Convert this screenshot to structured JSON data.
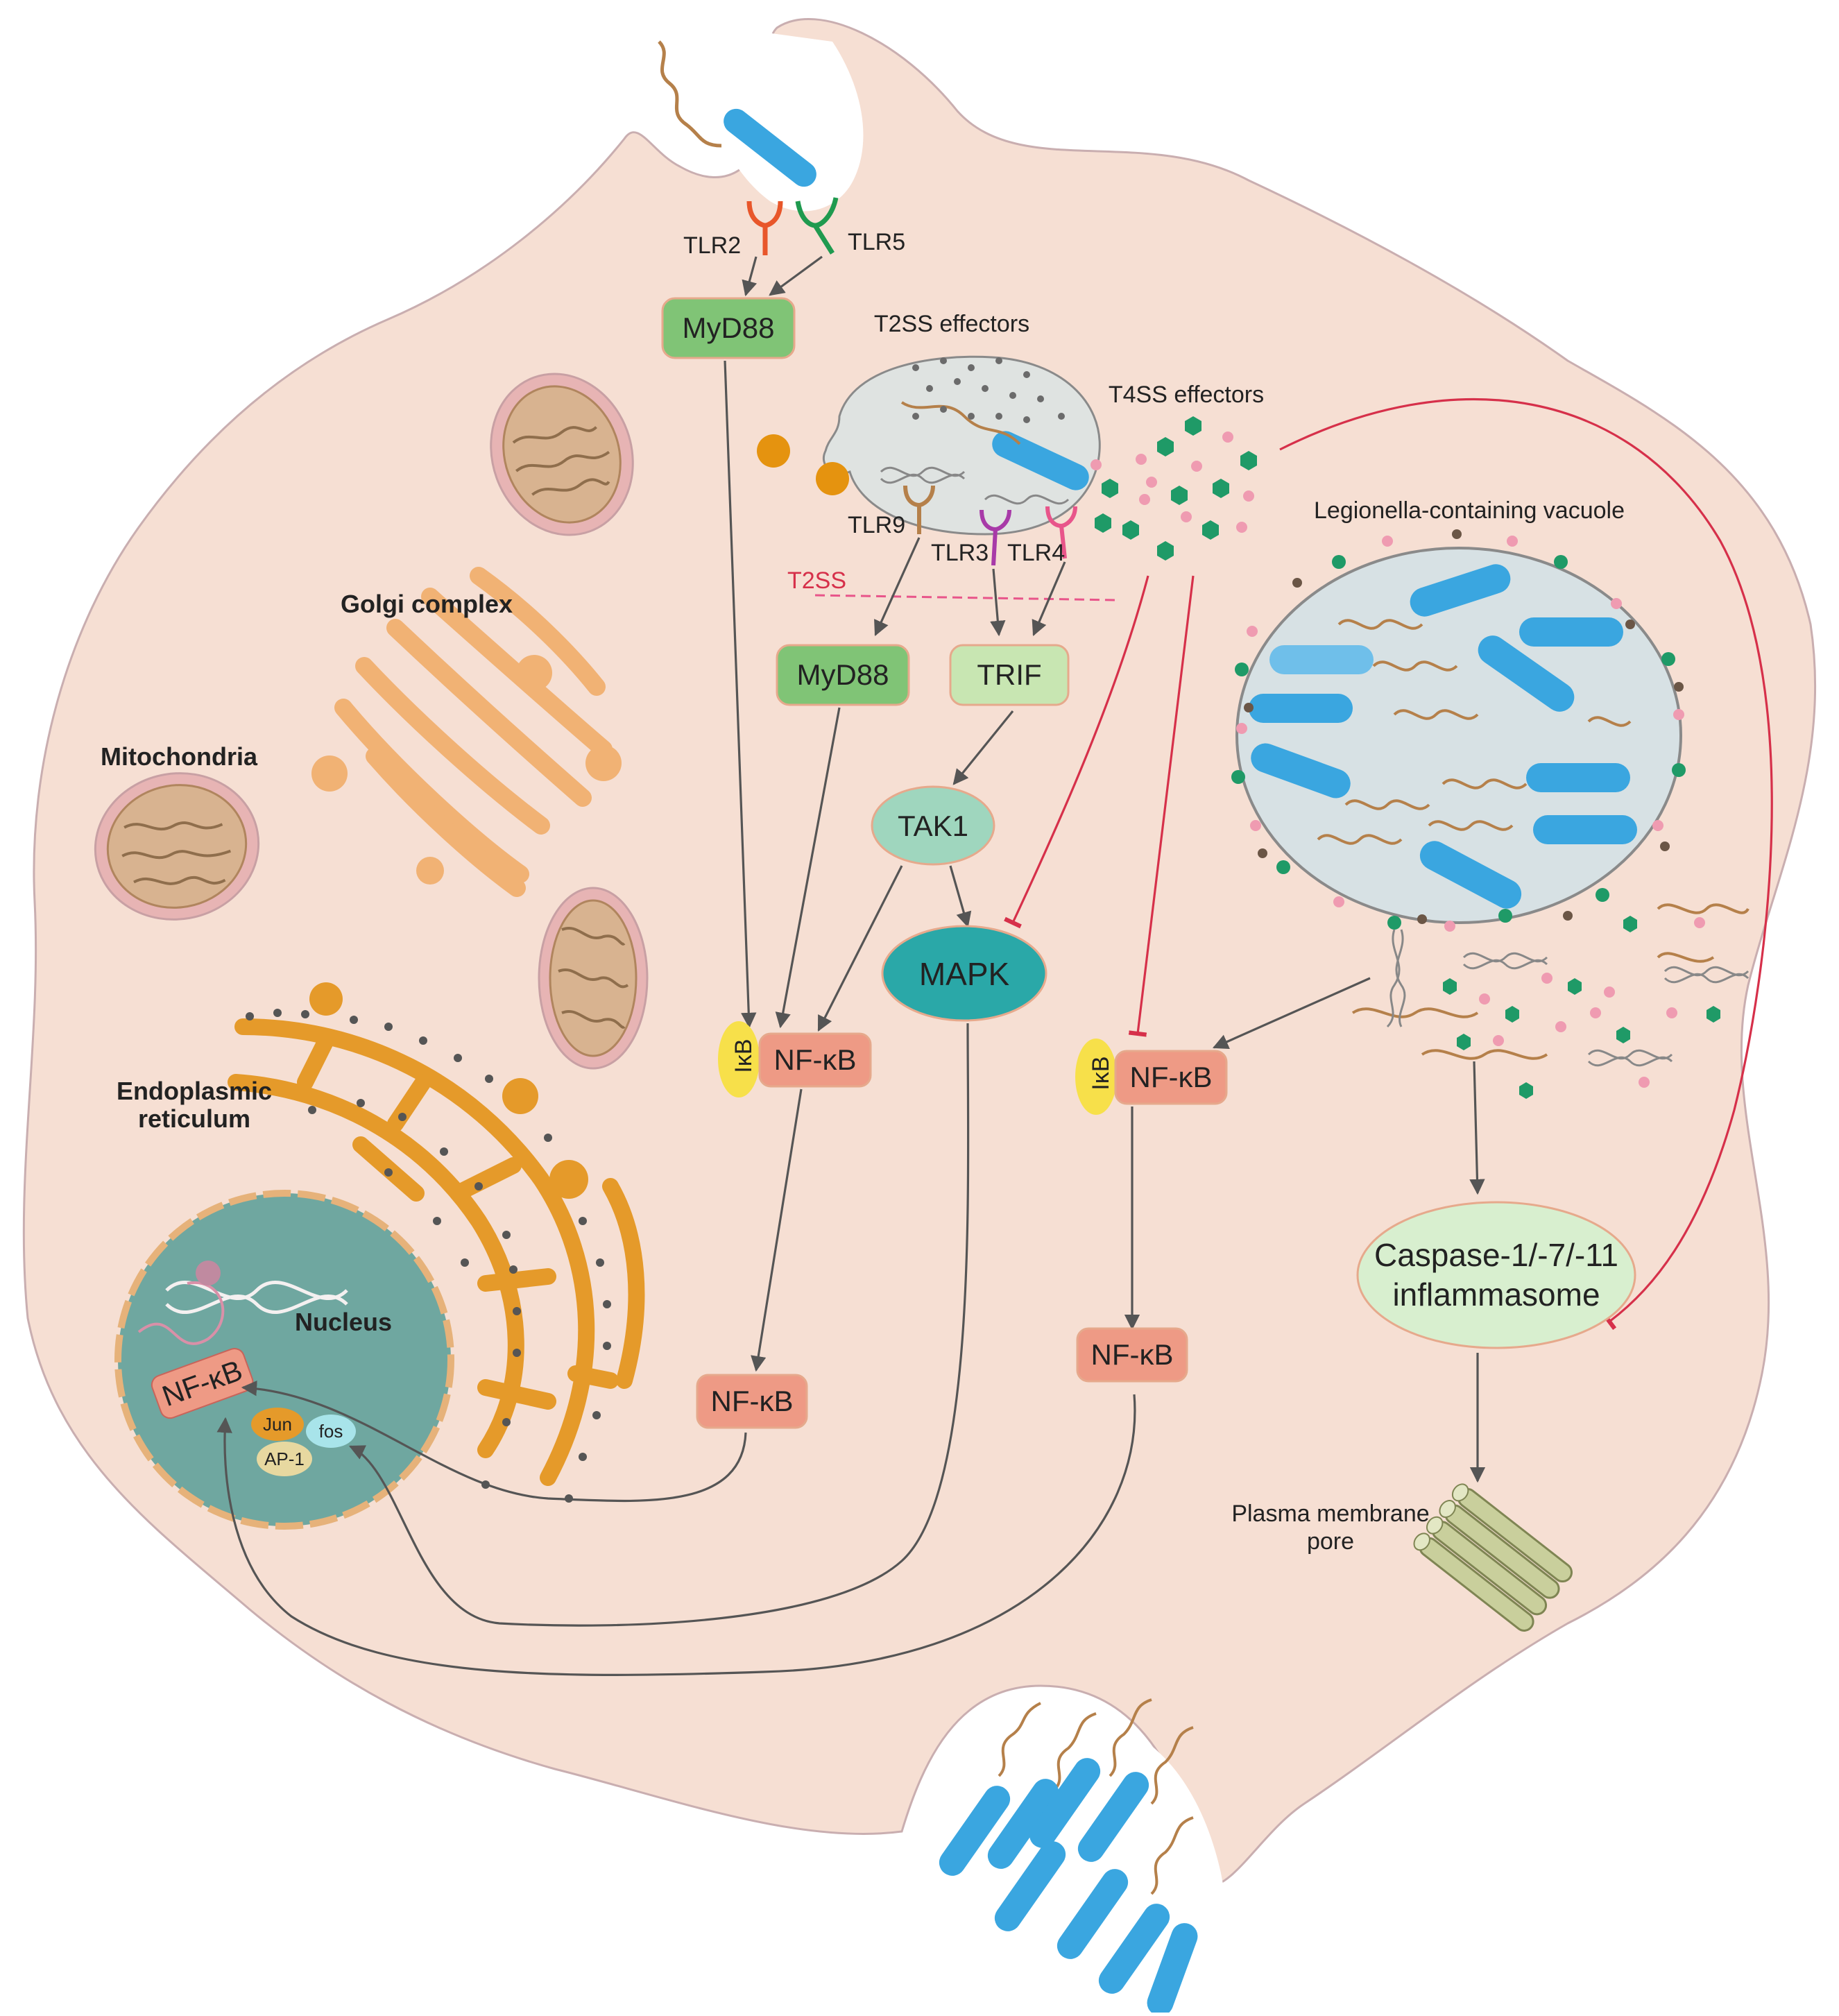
{
  "labels": {
    "tlr2": "TLR2",
    "tlr5": "TLR5",
    "tlr9": "TLR9",
    "tlr3": "TLR3",
    "tlr4": "TLR4",
    "t2ss_effectors": "T2SS effectors",
    "t4ss_effectors": "T4SS effectors",
    "t2ss": "T2SS",
    "lcv": "Legionella-containing vacuole",
    "golgi": "Golgi complex",
    "mitochondria": "Mitochondria",
    "er_line1": "Endoplasmic",
    "er_line2": "reticulum",
    "nucleus": "Nucleus",
    "pore_line1": "Plasma membrane",
    "pore_line2": "pore"
  },
  "nodes": {
    "myd88_top": "MyD88",
    "myd88_mid": "MyD88",
    "trif": "TRIF",
    "tak1": "TAK1",
    "mapk": "MAPK",
    "ikb_left": "IκB",
    "nfkb_left": "NF-κB",
    "ikb_right": "IκB",
    "nfkb_right": "NF-κB",
    "nfkb_free_left": "NF-κB",
    "nfkb_free_right": "NF-κB",
    "nfkb_nucleus": "NF-κB",
    "jun": "Jun",
    "fos": "fos",
    "ap1": "AP-1",
    "caspase_line1": "Caspase-1/-7/-11",
    "caspase_line2": "inflammasome"
  },
  "colors": {
    "cell": "#f6dfd3",
    "cell_border": "#c9aeb0",
    "myd88_fill": "#80c476",
    "trif_fill": "#c8e6b2",
    "tak1_fill": "#9fd6be",
    "mapk_fill": "#2aa8a8",
    "nfkb_fill": "#ee9a85",
    "ikb_fill": "#f7e04a",
    "caspase_fill": "#d8efcf",
    "nucleus_fill": "#6fa7a0",
    "er": "#e59a2a",
    "golgi": "#f1b274",
    "bacterium": "#3aa6e0",
    "flagellum": "#b5804a",
    "t4ss_dot": "#1f9a67",
    "pink_dot": "#ef9bb1",
    "inhibition": "#d6304a",
    "arrow": "#555555"
  }
}
